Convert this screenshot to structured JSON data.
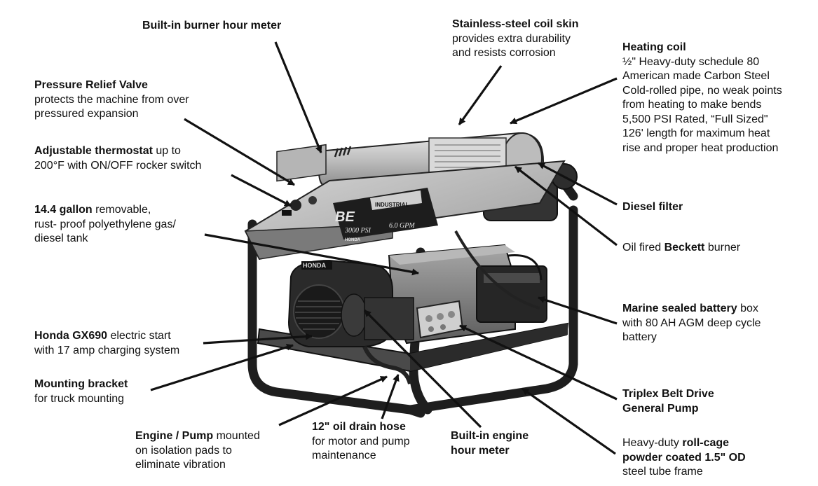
{
  "callouts": {
    "hour_meter_top": {
      "lines": [
        [
          {
            "b": "Built-in burner hour meter"
          }
        ]
      ]
    },
    "coil_skin": {
      "lines": [
        [
          {
            "b": "Stainless-steel coil skin"
          }
        ],
        [
          {
            "t": "provides extra durability"
          }
        ],
        [
          {
            "t": "and resists corrosion"
          }
        ]
      ]
    },
    "heating_coil": {
      "lines": [
        [
          {
            "b": "Heating coil"
          }
        ],
        [
          {
            "t": "½\" Heavy-duty schedule 80"
          }
        ],
        [
          {
            "t": "American made Carbon Steel"
          }
        ],
        [
          {
            "t": "Cold-rolled pipe, no weak points"
          }
        ],
        [
          {
            "t": "from heating to make bends"
          }
        ],
        [
          {
            "t": "5,500 PSI Rated, “Full Sized\""
          }
        ],
        [
          {
            "t": "126' length for maximum heat"
          }
        ],
        [
          {
            "t": "rise and proper heat production"
          }
        ]
      ]
    },
    "relief_valve": {
      "lines": [
        [
          {
            "b": "Pressure Relief Valve"
          }
        ],
        [
          {
            "t": "protects the machine from over"
          }
        ],
        [
          {
            "t": "pressured expansion"
          }
        ]
      ]
    },
    "thermostat": {
      "lines": [
        [
          {
            "b": "Adjustable thermostat"
          },
          {
            "t": " up to"
          }
        ],
        [
          {
            "t": "200°F with ON/OFF rocker switch"
          }
        ]
      ]
    },
    "tank": {
      "lines": [
        [
          {
            "b": "14.4 gallon"
          },
          {
            "t": " removable,"
          }
        ],
        [
          {
            "t": "rust- proof polyethylene gas/"
          }
        ],
        [
          {
            "t": "diesel tank"
          }
        ]
      ]
    },
    "diesel_filter": {
      "lines": [
        [
          {
            "b": "Diesel filter"
          }
        ]
      ]
    },
    "burner": {
      "lines": [
        [
          {
            "t": "Oil fired "
          },
          {
            "b": "Beckett"
          },
          {
            "t": " burner"
          }
        ]
      ]
    },
    "battery": {
      "lines": [
        [
          {
            "b": "Marine sealed battery"
          },
          {
            "t": " box"
          }
        ],
        [
          {
            "t": "with 80 AH AGM deep cycle"
          }
        ],
        [
          {
            "t": "battery"
          }
        ]
      ]
    },
    "engine": {
      "lines": [
        [
          {
            "b": "Honda GX690"
          },
          {
            "t": " electric start"
          }
        ],
        [
          {
            "t": "with 17 amp charging system"
          }
        ]
      ]
    },
    "mount_bracket": {
      "lines": [
        [
          {
            "b": "Mounting bracket"
          }
        ],
        [
          {
            "t": "for truck mounting"
          }
        ]
      ]
    },
    "pump": {
      "lines": [
        [
          {
            "b": "Triplex Belt Drive"
          }
        ],
        [
          {
            "b": "General Pump"
          }
        ]
      ]
    },
    "iso_pads": {
      "lines": [
        [
          {
            "b": "Engine / Pump"
          },
          {
            "t": " mounted"
          }
        ],
        [
          {
            "t": "on isolation pads to"
          }
        ],
        [
          {
            "t": "eliminate vibration"
          }
        ]
      ]
    },
    "drain_hose": {
      "lines": [
        [
          {
            "b": "12\" oil drain hose"
          }
        ],
        [
          {
            "t": "for motor and pump"
          }
        ],
        [
          {
            "t": "maintenance"
          }
        ]
      ]
    },
    "engine_meter": {
      "lines": [
        [
          {
            "b": "Built-in engine"
          }
        ],
        [
          {
            "b": "hour meter"
          }
        ]
      ]
    },
    "frame": {
      "lines": [
        [
          {
            "t": "Heavy-duty "
          },
          {
            "b": "roll-cage"
          }
        ],
        [
          {
            "b": "powder coated 1.5\" OD"
          }
        ],
        [
          {
            "t": "steel tube frame"
          }
        ]
      ]
    }
  },
  "machine": {
    "panel_brand": "BE",
    "panel_series": "INDUSTRIAL",
    "panel_psi": "3000 PSI",
    "panel_gpm": "6.0 GPM",
    "panel_engine_brand": "HONDA",
    "engine_brand": "HONDA"
  },
  "colors": {
    "ink": "#111111",
    "steel": "#cfcfcf",
    "dark": "#2a2a2a"
  }
}
